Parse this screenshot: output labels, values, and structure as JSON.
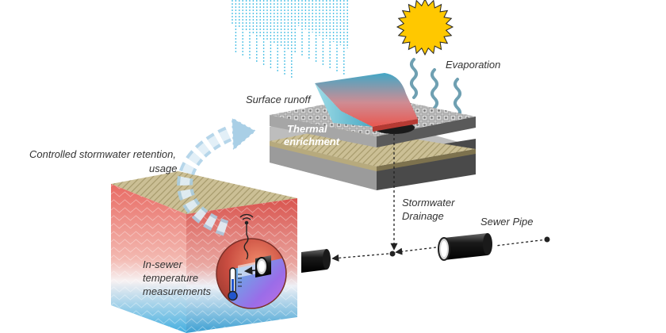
{
  "labels": {
    "evaporation": "Evaporation",
    "surface_runoff": "Surface runoff",
    "thermal_line1": "Thermal",
    "thermal_line2": "enrichment",
    "retention_line1": "Controlled stormwater retention,",
    "retention_line2": "usage",
    "stormwater_line1": "Stormwater",
    "stormwater_line2": "Drainage",
    "sewer_pipe": "Sewer Pipe",
    "insewer_line1": "In-sewer",
    "insewer_line2": "temperature",
    "insewer_line3": "measurements"
  },
  "colors": {
    "sun": "#ffc800",
    "rain": "#55c3e6",
    "evap_wave": "#6fa0b2",
    "warm": "#e86a63",
    "cool": "#42aee0",
    "road": "#bdbdbd",
    "sand": "#cbbf95",
    "arrow": "#a9cfe6"
  },
  "icons": [
    "sun-icon",
    "thermometer-icon",
    "antenna-icon",
    "sewer-pipe-icon"
  ]
}
